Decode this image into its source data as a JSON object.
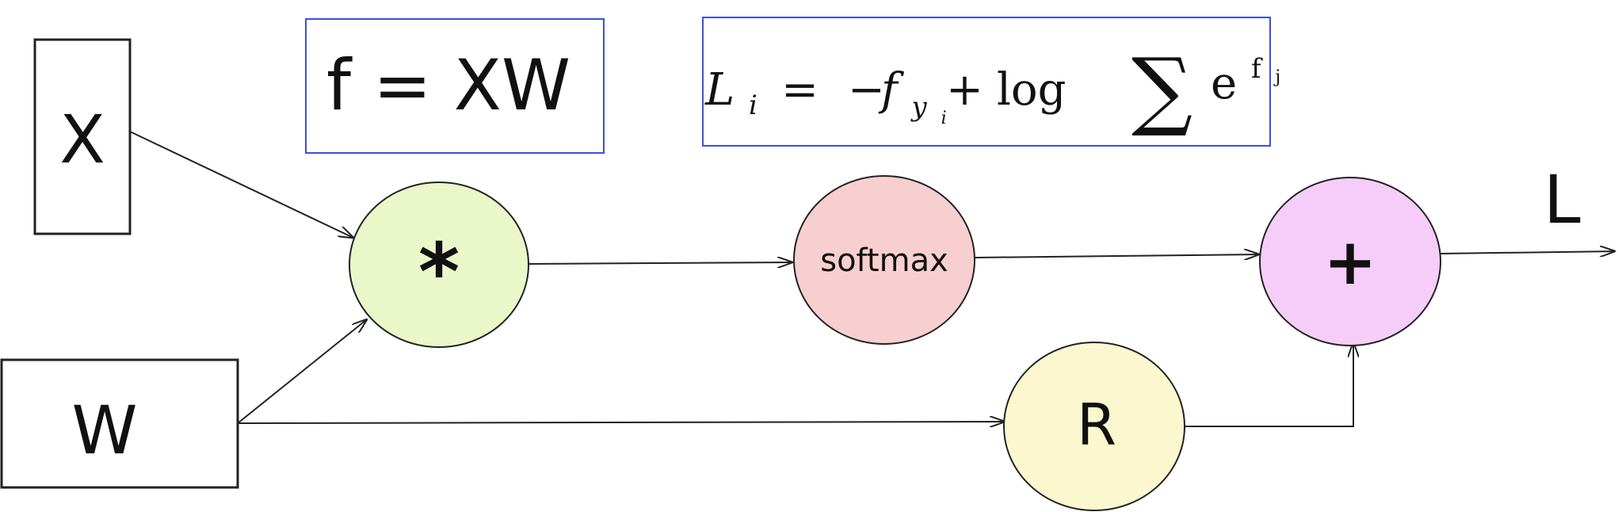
{
  "inputs": {
    "x_label": "X",
    "w_label": "W"
  },
  "formulas": {
    "score": "f = XW",
    "loss": {
      "L": "L",
      "i": "i",
      "equals": "=",
      "minus": "−",
      "f": "f",
      "y": "y",
      "plus": "+",
      "log": "log",
      "sum": "∑",
      "e": "e",
      "exp_f": "f",
      "exp_j": "j"
    }
  },
  "nodes": {
    "multiply": "*",
    "softmax": "softmax",
    "add": "+",
    "regularization": "R"
  },
  "output": {
    "label": "L"
  },
  "colors": {
    "multiply_fill": "#eaf7c8",
    "softmax_fill": "#f8cfd0",
    "add_fill": "#f6cdf8",
    "regularization_fill": "#fbf7cf",
    "formula_border": "#3b4fe0",
    "stroke": "#222222"
  }
}
